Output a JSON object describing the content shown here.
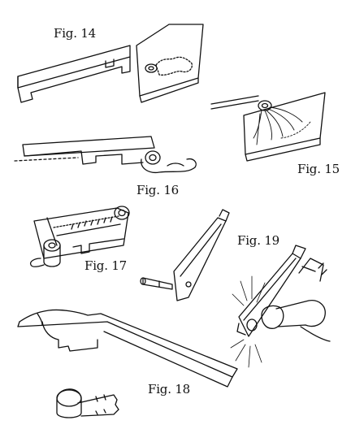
{
  "labels": {
    "fig14": "Fig. 14",
    "fig15": "Fig. 15",
    "fig16": "Fig. 16",
    "fig17": "Fig. 17",
    "fig18": "Fig. 18",
    "fig19": "Fig. 19"
  },
  "colors": {
    "ink": "#111111",
    "paper": "#ffffff"
  }
}
